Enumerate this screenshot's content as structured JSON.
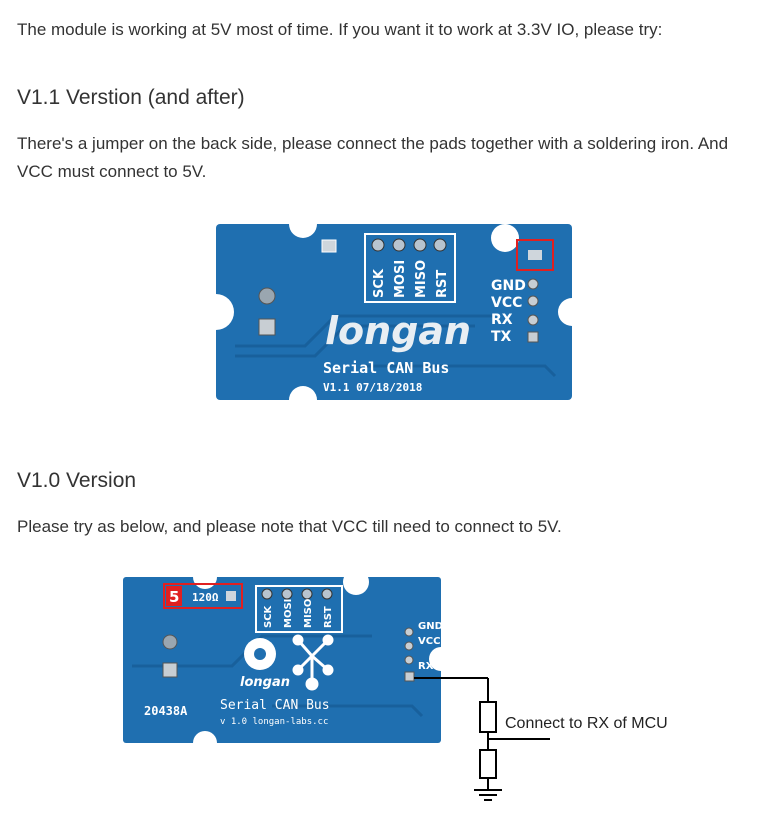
{
  "intro": "The module is working at 5V most of time. If you want it to work at 3.3V IO, please try:",
  "v11": {
    "heading": "V1.1 Verstion (and after)",
    "text": "There's a jumper on the back side, please connect the pads together with a soldering iron. And VCC must connect to 5V.",
    "board": {
      "logo": "longan",
      "product": "Serial CAN Bus",
      "version": "V1.1 07/18/2018",
      "header_pins": [
        "SCK",
        "MOSI",
        "MISO",
        "RST"
      ],
      "side_pins": [
        "GND",
        "VCC",
        "RX",
        "TX"
      ]
    }
  },
  "v10": {
    "heading": "V1.0 Version",
    "text": "Please try as below, and please note that VCC till need to connect to 5V.",
    "board": {
      "marker": "5",
      "resistor": "120Ω",
      "header_pins": [
        "SCK",
        "MOSI",
        "MISO",
        "RST"
      ],
      "side_pins": [
        "GND",
        "VCC",
        "RX"
      ],
      "logo": "longan",
      "part": "20438A",
      "product": "Serial CAN Bus",
      "version": "v 1.0  longan-labs.cc"
    },
    "annotation": "Connect to RX of MCU"
  },
  "colors": {
    "pcb": "#1f6fb0",
    "pcb_dark": "#18609c",
    "highlight": "#e02020",
    "text": "#333333"
  }
}
